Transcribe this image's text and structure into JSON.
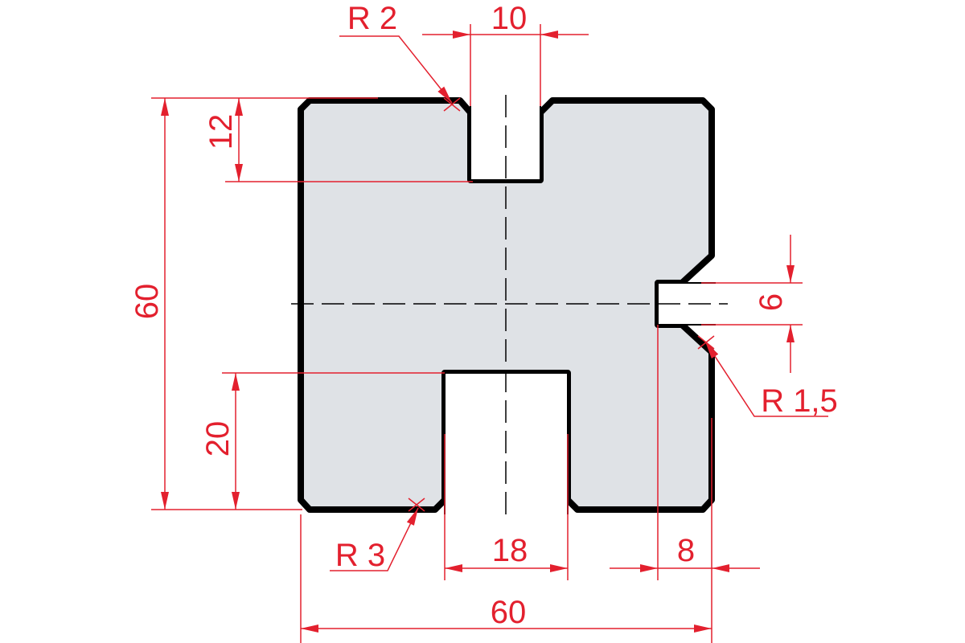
{
  "colors": {
    "dimension": "#e3202e",
    "outline": "#000000",
    "fill": "#dfe2e6",
    "centerline": "#000000",
    "background": "#ffffff"
  },
  "labels": {
    "top_slot_width": "10",
    "top_slot_radius": "R 2",
    "top_slot_depth": "12",
    "overall_height": "60",
    "side_slot_width": "6",
    "side_slot_radius": "R 1,5",
    "bottom_slot_depth": "20",
    "bottom_slot_radius": "R 3",
    "bottom_slot_width": "18",
    "side_slot_depth": "8",
    "overall_width": "60"
  }
}
